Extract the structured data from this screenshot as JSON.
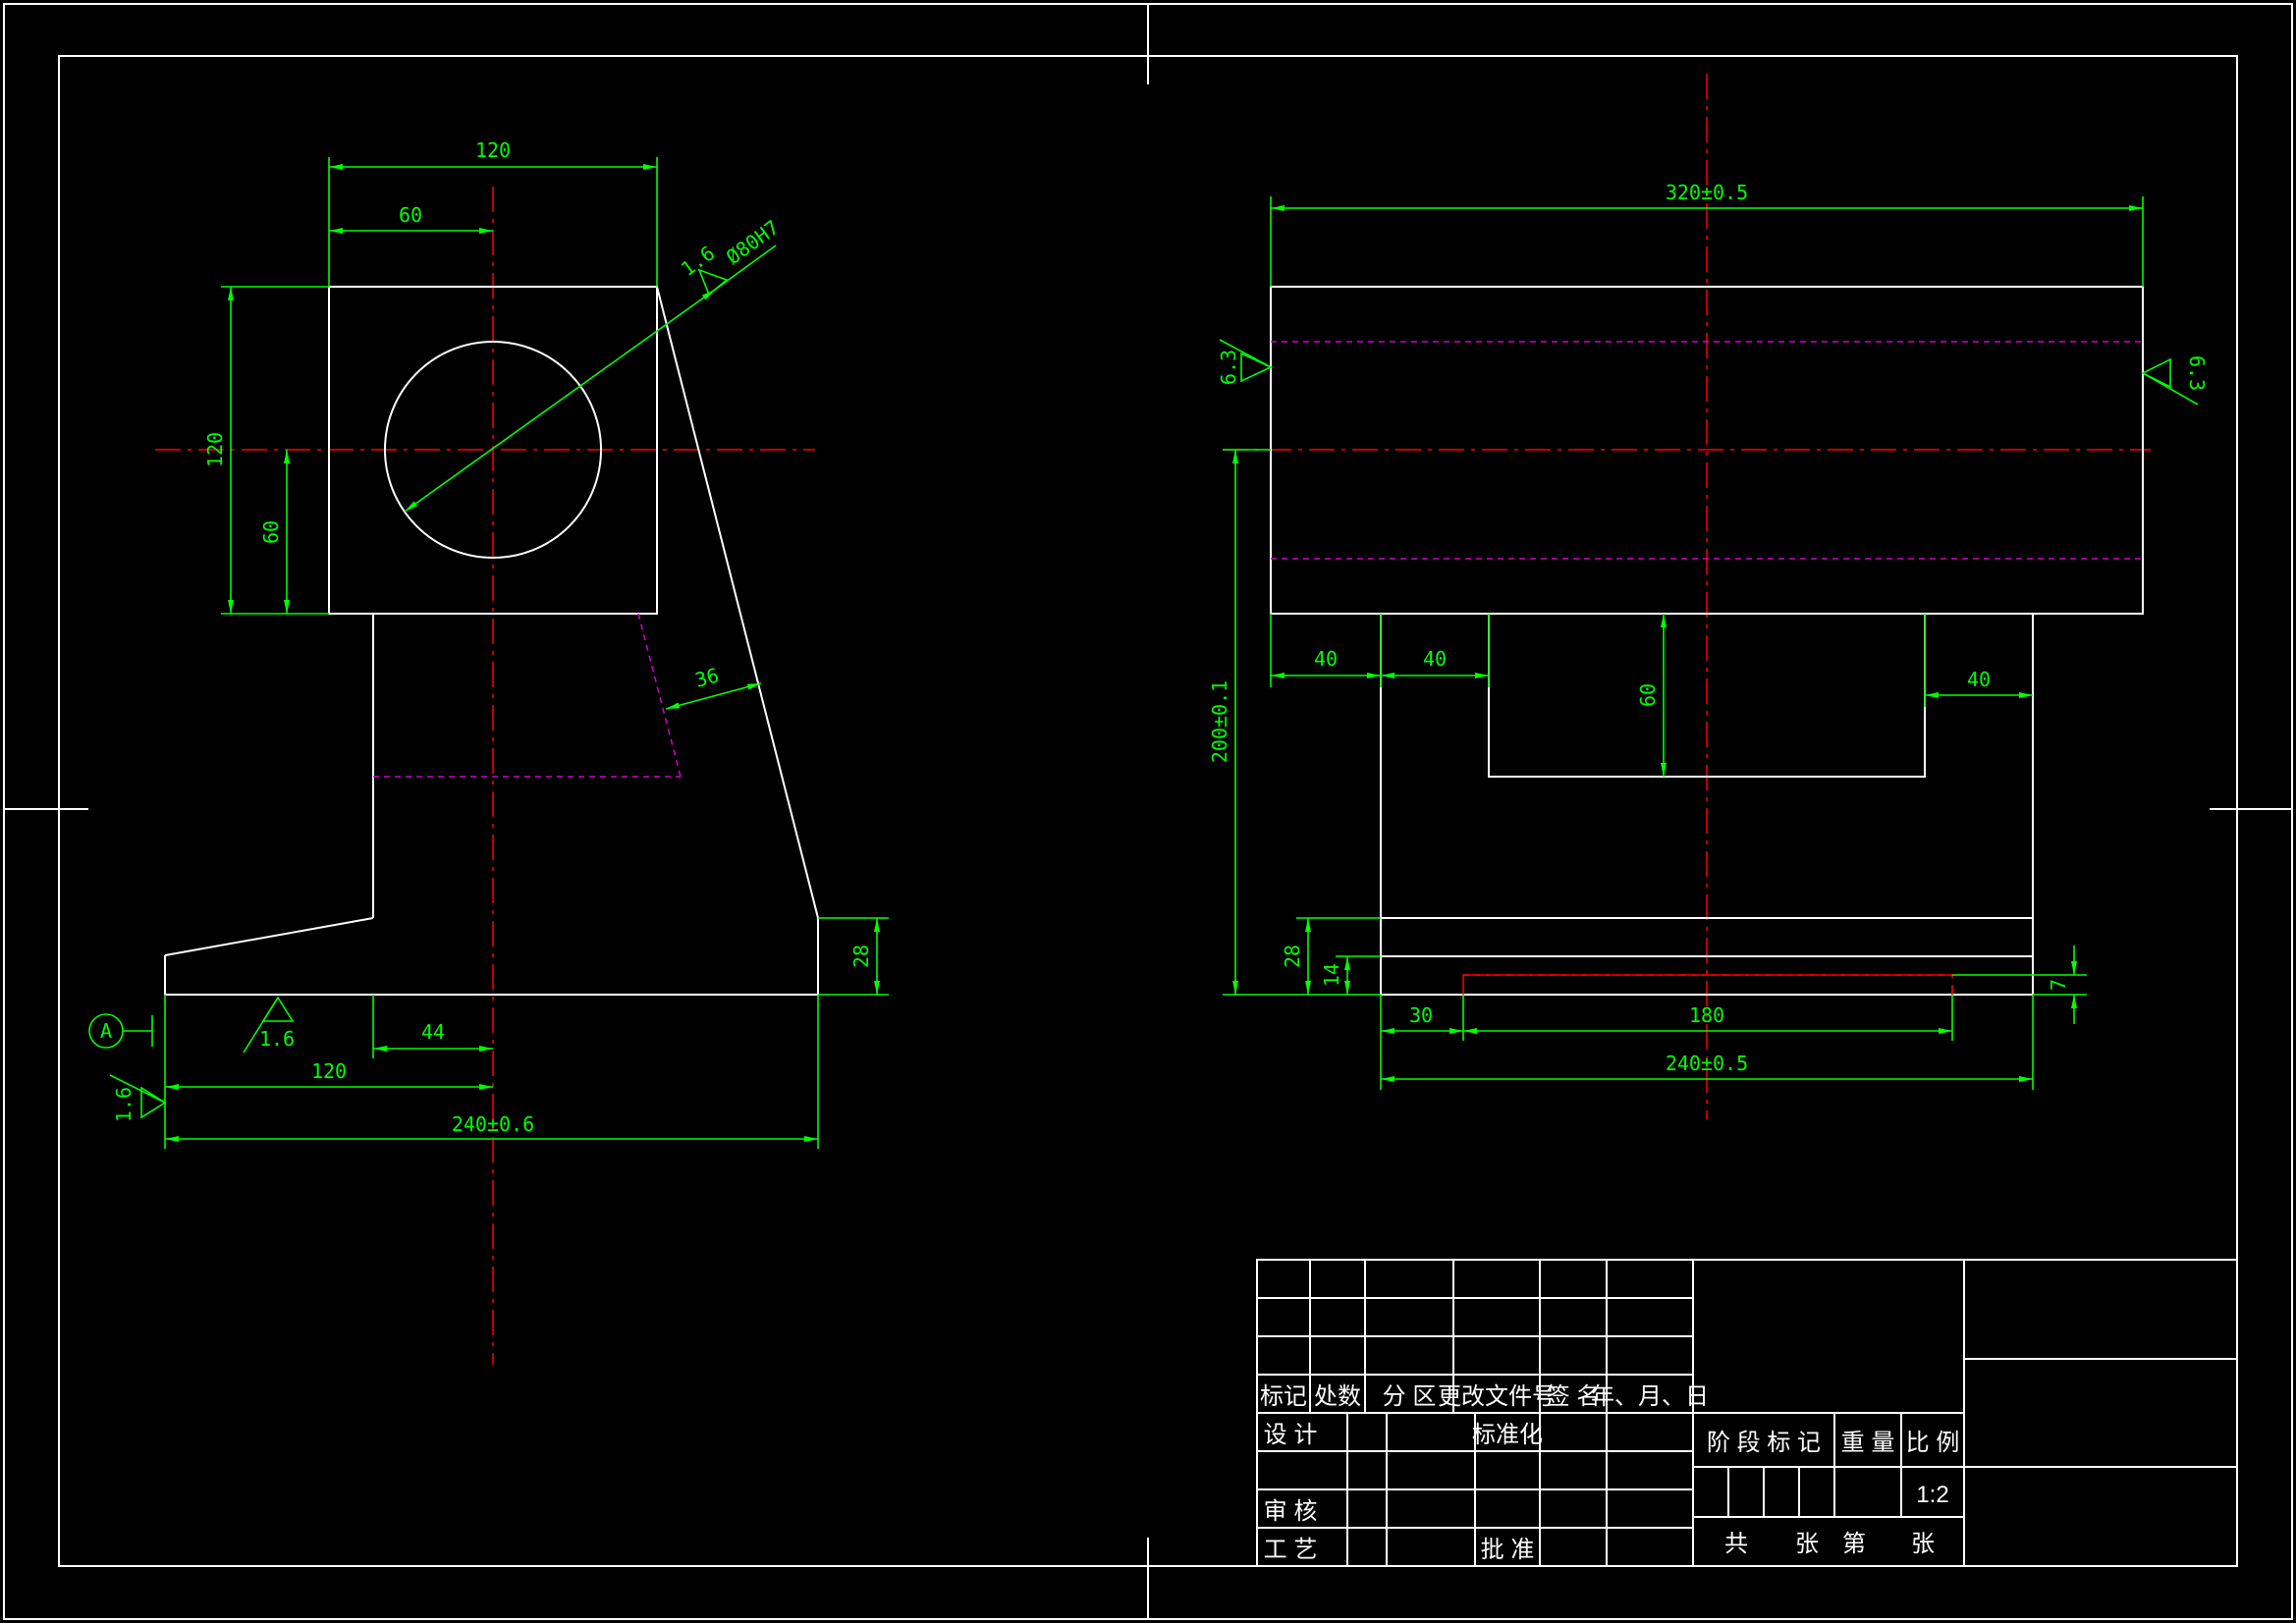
{
  "colors": {
    "background": "#000000",
    "outline": "#ffffff",
    "dimension": "#00ff00",
    "centerline": "#ff0000",
    "hidden": "#d000d0"
  },
  "left_view": {
    "dims": {
      "top_width": "120",
      "half_width": "60",
      "block_height": "120",
      "center_height": "60",
      "bore": "Ø80H7",
      "bore_roughness": "1.6",
      "rib": "36",
      "base_height": "28",
      "offset": "44",
      "half_base": "120",
      "base_length": "240±0.6"
    },
    "datum": "A",
    "roughness_bottom": "1.6",
    "roughness_side": "1.6"
  },
  "right_view": {
    "dims": {
      "length": "320±0.5",
      "height": "200±0.1",
      "step_left": "40",
      "step_inner": "40",
      "step_right": "40",
      "slot_depth": "60",
      "base_28": "28",
      "base_14": "14",
      "small_7": "7",
      "offset_30": "30",
      "slot_180": "180",
      "base_length": "240±0.5"
    },
    "roughness_left": "6.3",
    "roughness_right": "6.3"
  },
  "title_block": {
    "header": [
      "标记",
      "处数",
      "分 区",
      "更改文件号",
      "签 名",
      "年、月、日"
    ],
    "design": "设 计",
    "standard": "标准化",
    "review": "审 核",
    "process": "工 艺",
    "approve": "批 准",
    "stage": "阶 段 标 记",
    "weight": "重 量",
    "ratio_label": "比 例",
    "ratio": "1:2",
    "sheets": [
      "共",
      "张",
      "第",
      "张"
    ]
  }
}
